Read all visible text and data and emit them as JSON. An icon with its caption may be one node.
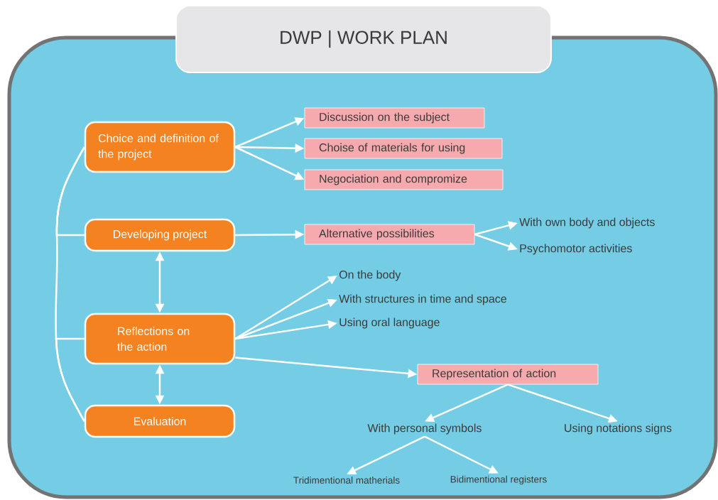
{
  "diagram": {
    "title": "DWP | WORK PLAN",
    "nodes": [
      {
        "text": [
          "Choice and definition of the project"
        ]
      },
      {
        "text": [
          "Developing project"
        ]
      },
      {
        "text": [
          "Reflections on the action"
        ]
      },
      {
        "text": [
          "Evaluation"
        ]
      },
      {
        "text": [
          "Discussion on the subject"
        ]
      },
      {
        "text": [
          "Choise of materials for using"
        ]
      },
      {
        "text": [
          "Negociation and compromize"
        ]
      },
      {
        "text": [
          "Alternative possibilities"
        ]
      },
      {
        "text": [
          "With own body and objects"
        ]
      },
      {
        "text": [
          "Psychomotor activities"
        ]
      },
      {
        "text": [
          "On the body"
        ]
      },
      {
        "text": [
          "With structures in time and space"
        ]
      },
      {
        "text": [
          "Using oral language"
        ]
      },
      {
        "text": [
          "Representation of action"
        ]
      },
      {
        "text": [
          "With personal symbols"
        ]
      },
      {
        "text": [
          "Using notations signs"
        ]
      },
      {
        "text": [
          "Tridimentional matherials"
        ]
      },
      {
        "text": [
          "Bidimentional registers"
        ]
      }
    ],
    "edges": [
      {
        "from": 0,
        "to": 3,
        "arrow": "none"
      },
      {
        "from": 1,
        "to": 0,
        "arrow": "none"
      },
      {
        "from": 2,
        "to": 3,
        "arrow": "none"
      },
      {
        "from": 0,
        "to": 4,
        "arrow": "to"
      },
      {
        "from": 0,
        "to": 5,
        "arrow": "to"
      },
      {
        "from": 0,
        "to": 6,
        "arrow": "to"
      },
      {
        "from": 1,
        "to": 7,
        "arrow": "to"
      },
      {
        "from": 7,
        "to": 8,
        "arrow": "to"
      },
      {
        "from": 7,
        "to": 9,
        "arrow": "to"
      },
      {
        "from": 1,
        "to": 2,
        "arrow": "both"
      },
      {
        "from": 2,
        "to": 3,
        "arrow": "both"
      },
      {
        "from": 2,
        "to": 10,
        "arrow": "to"
      },
      {
        "from": 2,
        "to": 11,
        "arrow": "to"
      },
      {
        "from": 2,
        "to": 12,
        "arrow": "to"
      },
      {
        "from": 2,
        "to": 13,
        "arrow": "to"
      },
      {
        "from": 13,
        "to": 14,
        "arrow": "to"
      },
      {
        "from": 13,
        "to": 15,
        "arrow": "to"
      },
      {
        "from": 14,
        "to": 16,
        "arrow": "to"
      },
      {
        "from": 14,
        "to": 17,
        "arrow": "to"
      }
    ]
  }
}
